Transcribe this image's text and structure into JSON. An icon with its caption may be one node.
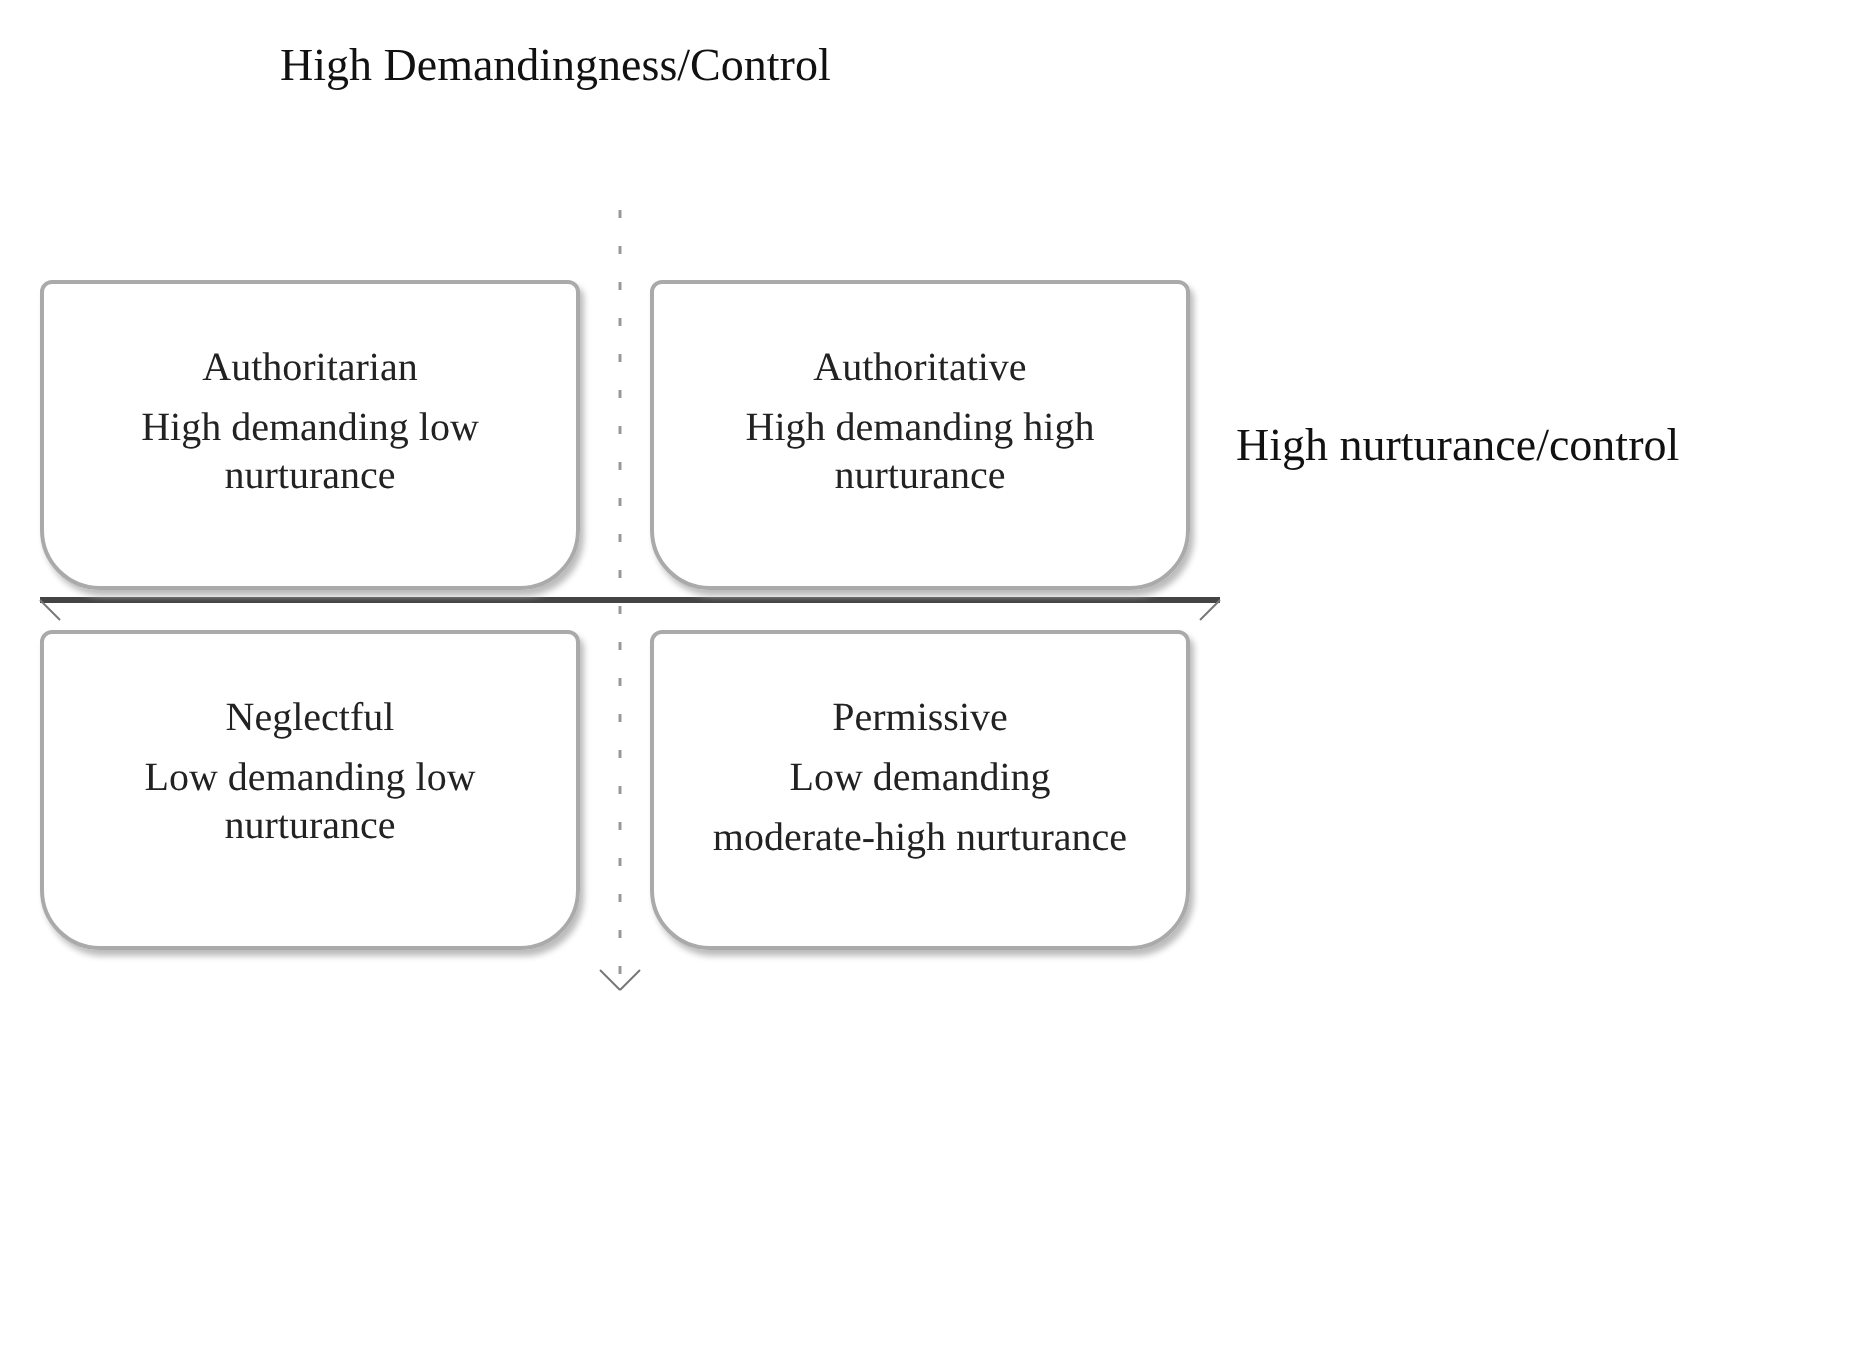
{
  "diagram": {
    "nodes": [
      {
        "text": [
          "Authoritarian",
          "High demanding low nurturance"
        ]
      },
      {
        "text": [
          "Authoritative",
          "High demanding high nurturance"
        ]
      },
      {
        "text": [
          "Neglectful",
          "Low demanding low nurturance"
        ]
      },
      {
        "text": [
          "Permissive",
          "Low demanding",
          "moderate-high nurturance"
        ]
      }
    ],
    "labels": [
      "High Demandingness/Control",
      "High nurturance/control"
    ]
  }
}
